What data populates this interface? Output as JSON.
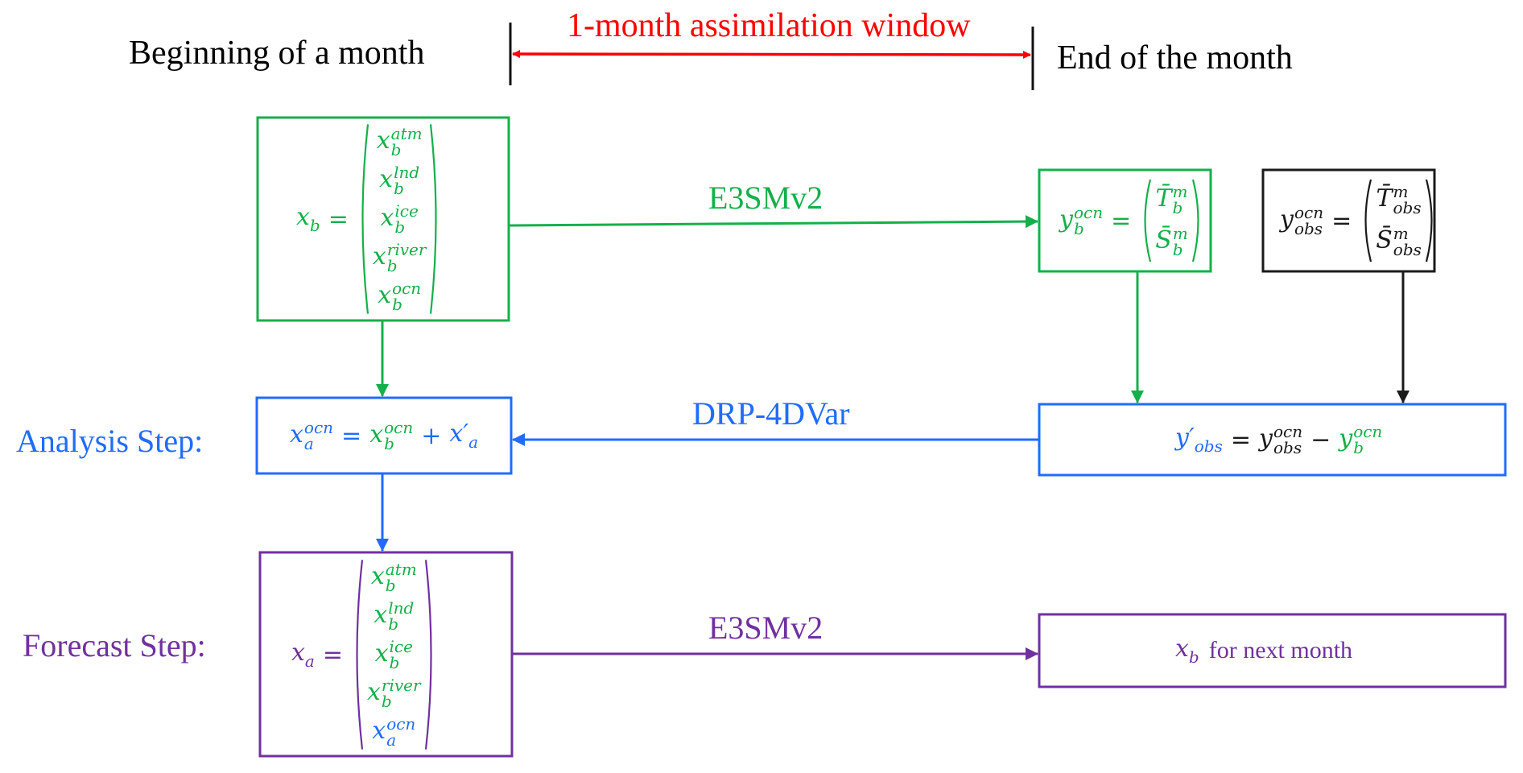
{
  "colors": {
    "green": "#14b04a",
    "blue": "#1f6cff",
    "purple": "#7030a0",
    "red": "#ff0000",
    "black": "#000000"
  },
  "header": {
    "start_label": "Beginning of a month",
    "window_label": "1-month assimilation window",
    "end_label": "End of the month"
  },
  "steps": {
    "analysis_label": "Analysis Step:",
    "forecast_label": "Forecast Step:"
  },
  "arrows": {
    "model_top_label": "E3SMv2",
    "assimilation_label": "DRP-4DVar",
    "model_bottom_label": "E3SMv2"
  },
  "background_state": {
    "lhs": {
      "base": "x",
      "sub": "b"
    },
    "components": [
      {
        "base": "x",
        "sub": "b",
        "sup": "atm"
      },
      {
        "base": "x",
        "sub": "b",
        "sup": "lnd"
      },
      {
        "base": "x",
        "sub": "b",
        "sup": "ice"
      },
      {
        "base": "x",
        "sub": "b",
        "sup": "river"
      },
      {
        "base": "x",
        "sub": "b",
        "sup": "ocn"
      }
    ]
  },
  "model_ocean_output": {
    "lhs": {
      "base": "y",
      "sub": "b",
      "sup": "ocn"
    },
    "components": [
      {
        "base": "T̄",
        "sub": "b",
        "sup": "m"
      },
      {
        "base": "S̄",
        "sub": "b",
        "sup": "m"
      }
    ]
  },
  "observations": {
    "lhs": {
      "base": "y",
      "sub": "obs",
      "sup": "ocn"
    },
    "components": [
      {
        "base": "T̄",
        "sub": "obs",
        "sup": "m"
      },
      {
        "base": "S̄",
        "sub": "obs",
        "sup": "m"
      }
    ]
  },
  "analysis_equation": {
    "lhs": {
      "base": "x",
      "sub": "a",
      "sup": "ocn"
    },
    "rhs1": {
      "base": "x",
      "sub": "b",
      "sup": "ocn"
    },
    "op": "+",
    "rhs2": {
      "base": "x′",
      "sub": "a"
    }
  },
  "innovation_equation": {
    "lhs": {
      "base": "y′",
      "sub": "obs"
    },
    "rhs1": {
      "base": "y",
      "sub": "obs",
      "sup": "ocn"
    },
    "op": "−",
    "rhs2": {
      "base": "y",
      "sub": "b",
      "sup": "ocn"
    }
  },
  "analysis_state": {
    "lhs": {
      "base": "x",
      "sub": "a"
    },
    "components": [
      {
        "base": "x",
        "sub": "b",
        "sup": "atm"
      },
      {
        "base": "x",
        "sub": "b",
        "sup": "lnd"
      },
      {
        "base": "x",
        "sub": "b",
        "sup": "ice"
      },
      {
        "base": "x",
        "sub": "b",
        "sup": "river"
      },
      {
        "base": "x",
        "sub": "a",
        "sup": "ocn"
      }
    ]
  },
  "next_month": {
    "sym": {
      "base": "x",
      "sub": "b"
    },
    "text": "for next month"
  },
  "equals": "="
}
